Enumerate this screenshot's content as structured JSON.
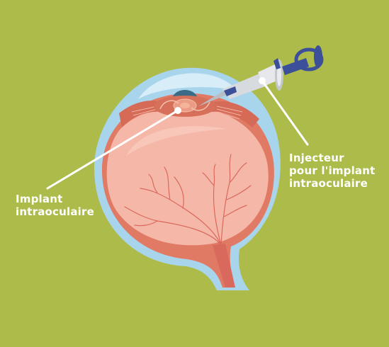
{
  "colors": {
    "background": "#adbb4a",
    "sclera_outer": "#a9d5ec",
    "eye_wall": "#e07a65",
    "vitreous": "#f5b8a8",
    "lens": "#d6705a",
    "cornea": "#cfe9f4",
    "iris": "#3a6c88",
    "vessel": "#d9695c",
    "injector_metal": "#d7dadf",
    "injector_blue": "#3c4f99",
    "leader_line": "#ffffff"
  },
  "labels": {
    "implant": {
      "line1": "Implant",
      "line2": "intraoculaire"
    },
    "injector": {
      "line1": "Injecteur",
      "line2": "pour l'implant",
      "line3": "intraoculaire"
    }
  },
  "icons": {
    "eye": "eye-cross-section-illustration",
    "injector": "syringe-injector-icon"
  }
}
